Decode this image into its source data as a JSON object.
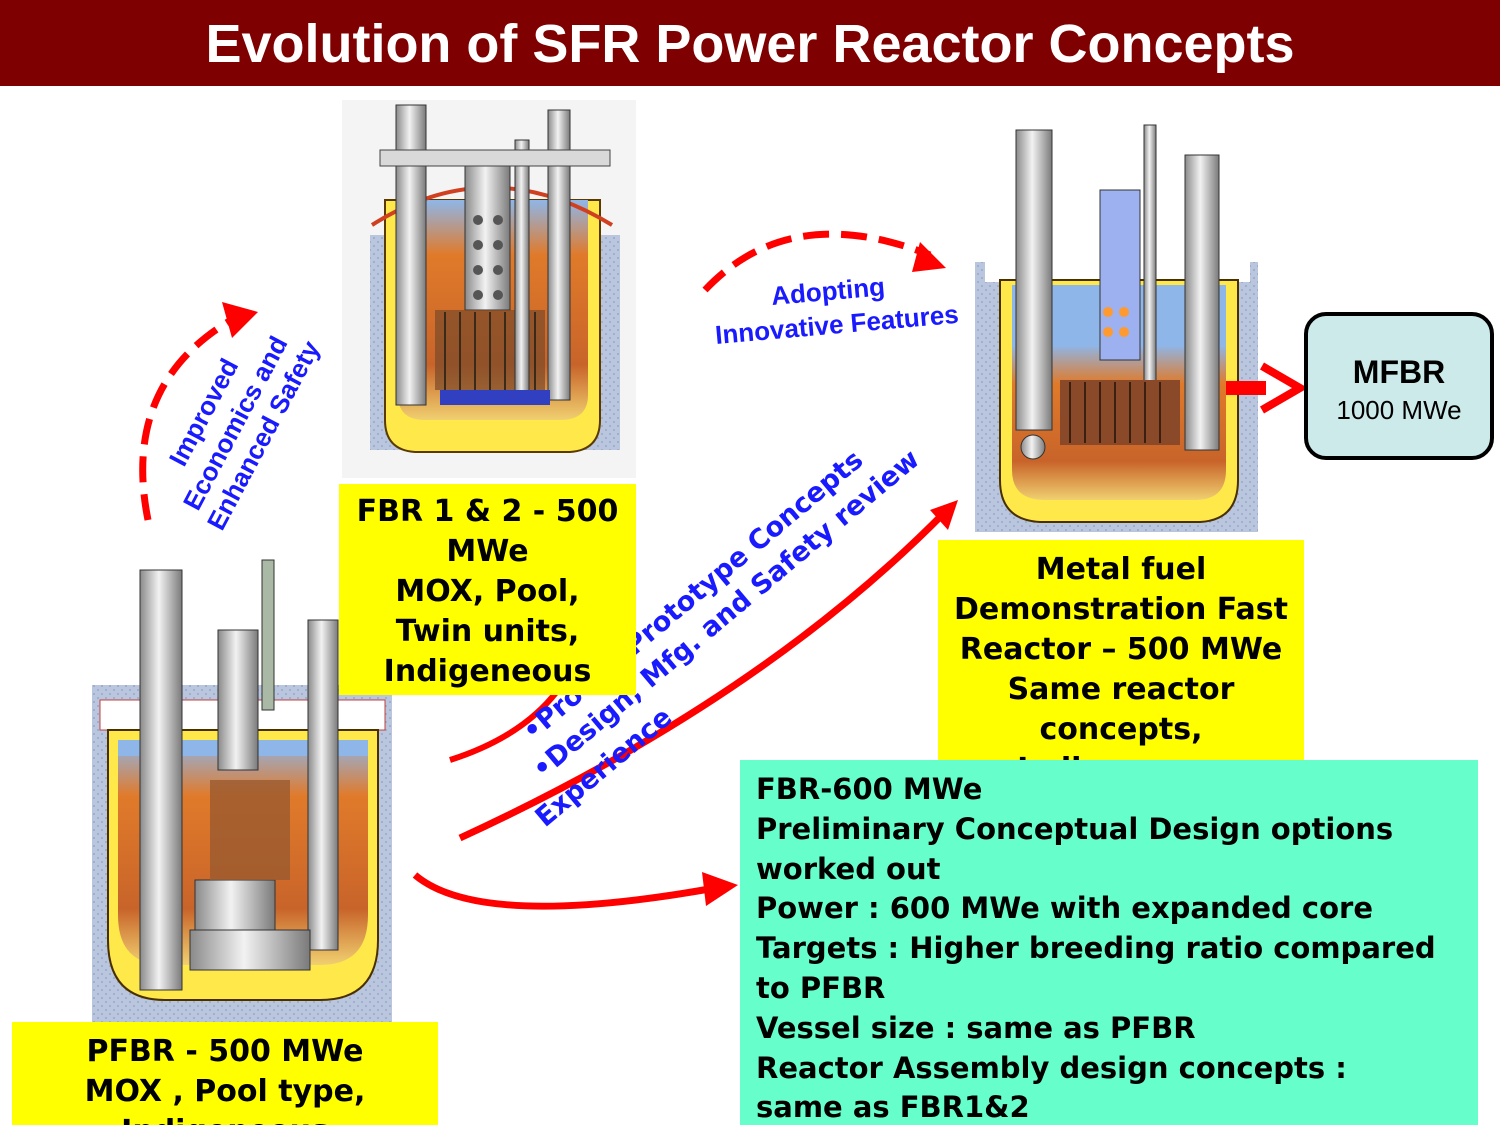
{
  "title": "Evolution of SFR Power Reactor Concepts",
  "labels": {
    "improved_1": "Improved",
    "improved_2": "Economics and",
    "improved_3": "Enhanced Safety",
    "adopting_1": "Adopting",
    "adopting_2": "Innovative Features",
    "proven_1": "•Proven Prototype Concepts",
    "proven_2": "•Design, Mfg. and Safety review",
    "proven_3": "Experience"
  },
  "fbr12_lines": [
    "FBR 1 & 2 - 500",
    "MWe",
    "MOX, Pool,",
    "Twin units,",
    "Indigeneous"
  ],
  "mfdfr_lines": [
    "Metal fuel",
    "Demonstration Fast",
    "Reactor – 500 MWe",
    "Same reactor",
    "concepts,",
    "Indigeneous"
  ],
  "pfbr_lines": [
    "PFBR - 500 MWe",
    "MOX , Pool type,",
    "Indigeneous"
  ],
  "fbr600_lines": [
    "FBR-600  MWe",
    "Preliminary Conceptual Design options",
    "worked out",
    "Power   : 600 MWe with expanded core",
    "Targets : Higher breeding ratio compared",
    "to PFBR",
    "Vessel size : same as PFBR",
    "Reactor Assembly design concepts :",
    "same as FBR1&2"
  ],
  "mfbr": {
    "name": "MFBR",
    "power": "1000 MWe"
  },
  "colors": {
    "title_bar": "#7f0000",
    "yellow_box": "#ffff00",
    "green_box": "#66ffcc",
    "arrow_red": "#ff0000",
    "label_blue": "#1a1aff"
  }
}
